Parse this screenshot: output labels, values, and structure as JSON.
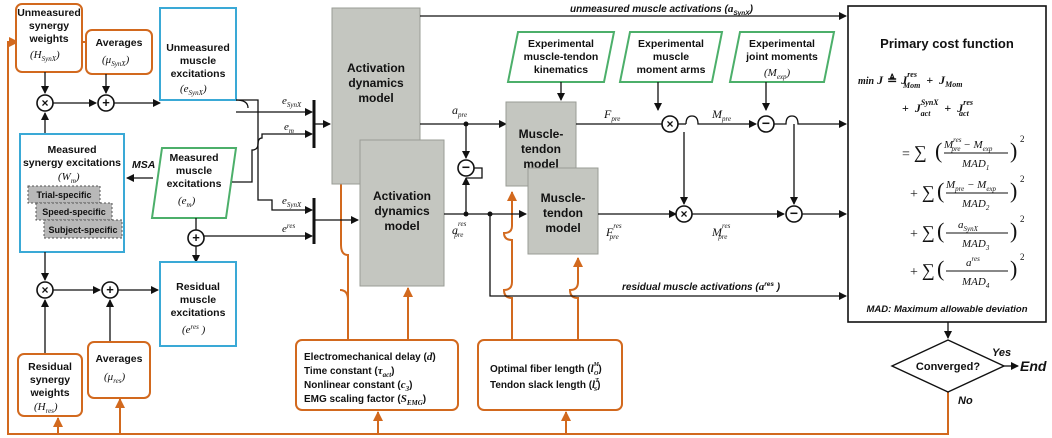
{
  "colors": {
    "orange": "#d2691e",
    "blue": "#3aa9d6",
    "green": "#4caf6a",
    "gray_block": "#c4c6c0",
    "text": "#111111"
  },
  "nodes": {
    "unmeasured_weights": [
      "Unmeasured",
      "synergy",
      "weights"
    ],
    "unmeasured_weights_sym": "(H",
    "unmeasured_weights_sub": "SynX",
    "averages_top": "Averages",
    "averages_top_sym": "(μ",
    "averages_top_sub": "SynX",
    "unmeasured_exc": [
      "Unmeasured",
      "muscle",
      "excitations"
    ],
    "unmeasured_exc_sym": "(e",
    "unmeasured_exc_sub": "SynX",
    "measured_syn": [
      "Measured",
      "synergy excitations"
    ],
    "measured_syn_sym": "(W",
    "measured_syn_sub": "m",
    "trial": "Trial-specific",
    "speed": "Speed-specific",
    "subject": "Subject-specific",
    "msa": "MSA",
    "measured_exc": [
      "Measured",
      "muscle",
      "excitations"
    ],
    "measured_exc_sym": "(e",
    "measured_exc_sub": "m",
    "residual_exc": [
      "Residual",
      "muscle",
      "excitations"
    ],
    "residual_exc_sym": "(e",
    "residual_exc_sup": "res",
    "residual_weights": [
      "Residual",
      "synergy",
      "weights"
    ],
    "residual_weights_sym": "(H",
    "residual_weights_sub": "res",
    "averages_bottom": "Averages",
    "averages_bottom_sym": "(μ",
    "averages_bottom_sub": "res",
    "activation1": [
      "Activation",
      "dynamics",
      "model"
    ],
    "activation2": [
      "Activation",
      "dynamics",
      "model"
    ],
    "exp_kin": [
      "Experimental",
      "muscle-tendon",
      "kinematics"
    ],
    "exp_arms": [
      "Experimental",
      "muscle",
      "moment arms"
    ],
    "exp_moments": [
      "Experimental",
      "joint moments"
    ],
    "exp_moments_sym": "(M",
    "exp_moments_sub": "exp",
    "mt1": [
      "Muscle-",
      "tendon",
      "model"
    ],
    "mt2": [
      "Muscle-",
      "tendon",
      "model"
    ],
    "act_params": {
      "l1": "Electromechanical delay (",
      "l1_sym": "d",
      "l2": "Time constant (",
      "l2_sym": "τ",
      "l2_sub": "act",
      "l3": "Nonlinear  constant (",
      "l3_sym": "c",
      "l3_sub": "3",
      "l4": "EMG scaling factor (",
      "l4_sym": "S",
      "l4_sub": "EMG"
    },
    "mt_params": {
      "l1": "Optimal fiber length (",
      "l1_sym": "l",
      "l1_sub": "O",
      "l1_sup": "M",
      "l2": "Tendon slack length (",
      "l2_sym": "l",
      "l2_sub": "S",
      "l2_sup": "T"
    },
    "cost_title": "Primary cost function",
    "mad_note": "MAD: Maximum allowable deviation",
    "converged": "Converged?",
    "yes": "Yes",
    "no": "No",
    "end": "End"
  },
  "signals": {
    "unmeasured_acts": "unmeasured muscle activations (",
    "unmeasured_acts_sym": "a",
    "unmeasured_acts_sub": "SynX",
    "residual_acts": "residual muscle activations (",
    "residual_acts_sym": "a",
    "residual_acts_sup": "res",
    "e_synx": "e",
    "e_synx_sub": "SynX",
    "e_m": "e",
    "e_m_sub": "m",
    "e_res": "e",
    "e_res_sup": "res",
    "a_pre": "a",
    "a_pre_sub": "pre",
    "a_pre_res_sup": "res",
    "F_pre": "F",
    "F_pre_sub": "pre",
    "F_res_sup": "res",
    "M_pre": "M",
    "M_pre_sub": "pre",
    "M_res_sup": "res"
  },
  "cost": {
    "min": "min",
    "J": "J",
    "defeq": "≜",
    "plus": "+",
    "res": "res",
    "Mom": "Mom",
    "act": "act",
    "SynX": "SynX",
    "eq": "=",
    "sum": "∑",
    "t1_num": "M",
    "t1_num_sup": "res",
    "t1_num_sub": "pre",
    "t1_minus": " − M",
    "t1_minus_sub": "exp",
    "t1_den": "MAD",
    "t1_den_sub": "1",
    "t2_num": "M",
    "t2_num_sub": "pre",
    "t2_minus": " − M",
    "t2_minus_sub": "exp",
    "t2_den": "MAD",
    "t2_den_sub": "2",
    "t3_num": "a",
    "t3_num_sub": "SynX",
    "t3_den": "MAD",
    "t3_den_sub": "3",
    "t4_num": "a",
    "t4_num_sup": "res",
    "t4_den": "MAD",
    "t4_den_sub": "4",
    "sq": "2"
  },
  "ops": {
    "times": "×",
    "add": "+",
    "minus": "−"
  }
}
